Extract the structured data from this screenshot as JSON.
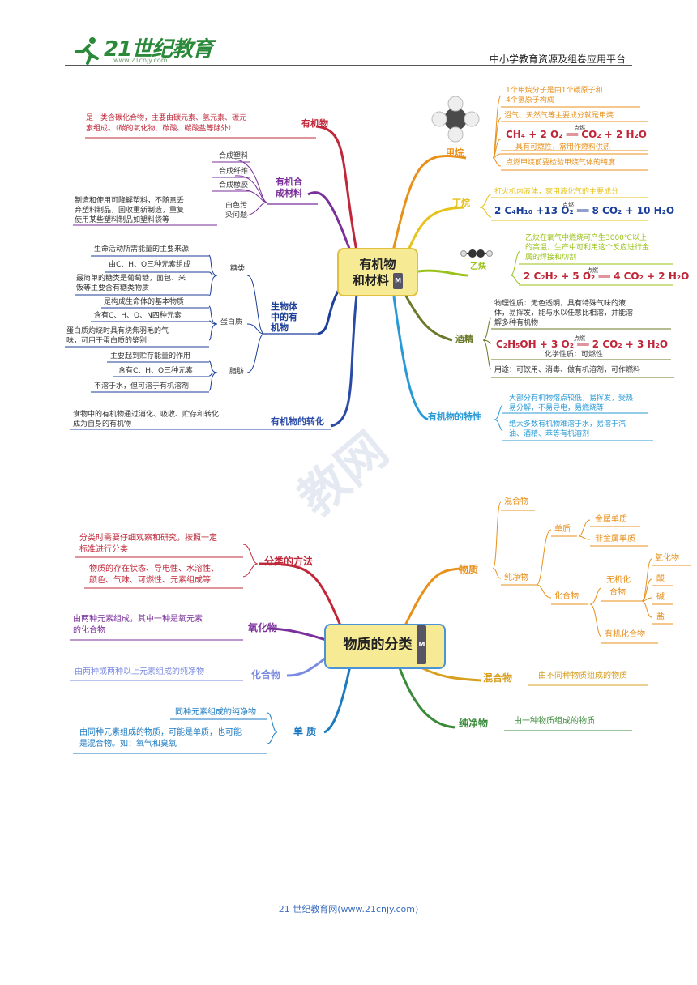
{
  "header": {
    "logo_text": "21世纪教育",
    "logo_url": "www.21cnjy.com",
    "right_text": "中小学教育资源及组卷应用平台"
  },
  "footer": {
    "text": "21 世纪教育网(www.21cnjy.com)"
  },
  "map1": {
    "center": "有机物\n和材料",
    "center_line1": "有机物",
    "center_line2": "和材料",
    "badge": "M",
    "left": {
      "organic": {
        "label": "有机物",
        "desc": "是一类含碳化合物，主要由碳元素、氢元素、碳元\n素组成。（碳的氧化物、碳酸、碳酸盐等除外）",
        "desc1": "是一类含碳化合物，主要由碳元素、氢元素、碳元",
        "desc2": "素组成。（碳的氧化物、碳酸、碳酸盐等除外）"
      },
      "synthetic": {
        "label1": "有机合",
        "label2": "成材料",
        "items": [
          "合成塑料",
          "合成纤维",
          "合成橡胶"
        ],
        "white_label1": "白色污",
        "white_label2": "染问题",
        "white_desc1": "制造和使用可降解塑料，不随意丢",
        "white_desc2": "弃塑料制品，回收重新制造，重复",
        "white_desc3": "使用某些塑料制品如塑料袋等"
      },
      "bio": {
        "label1": "生物体",
        "label2": "中的有",
        "label3": "机物",
        "sugar": {
          "label": "糖类",
          "d1": "生命活动所需能量的主要来源",
          "d2": "由C、H、O三种元素组成",
          "d3a": "最简单的糖类是葡萄糖，面包、米",
          "d3b": "饭等主要含有糖类物质"
        },
        "protein": {
          "label": "蛋白质",
          "d1": "是构成生命体的基本物质",
          "d2": "含有C、H、O、N四种元素",
          "d3a": "蛋白质灼烧时具有烧焦羽毛的气",
          "d3b": "味，可用于蛋白质的鉴别"
        },
        "fat": {
          "label": "脂肪",
          "d1": "主要起到贮存能量的作用",
          "d2": "含有C、H、O三种元素",
          "d3": "不溶于水，但可溶于有机溶剂"
        }
      },
      "transform": {
        "label": "有机物的转化",
        "d1": "食物中的有机物通过消化、吸收、贮存和转化",
        "d2": "成为自身的有机物"
      }
    },
    "right": {
      "methane": {
        "label": "甲烷",
        "d1a": "1个甲烷分子是由1个碳原子和",
        "d1b": "4个氢原子构成",
        "d2": "沼气、天然气等主要成分就是甲烷",
        "eq": "CH₄ + 2 O₂ ══ CO₂ + 2 H₂O",
        "cond": "点燃",
        "d3": "具有可燃性，常用作燃料供热",
        "d4": "点燃甲烷前要检验甲烷气体的纯度"
      },
      "butane": {
        "label": "丁烷",
        "d1": "打火机内液体，家用液化气的主要成分",
        "eq": "2 C₄H₁₀ +13 O₂ ══ 8 CO₂ + 10 H₂O",
        "cond": "点燃"
      },
      "acetylene": {
        "label": "乙炔",
        "d1a": "乙炔在氧气中燃烧可产生3000℃以上",
        "d1b": "的高温，生产中可利用这个反应进行金",
        "d1c": "属的焊接和切割",
        "eq": "2 C₂H₂ + 5 O₂ ══ 4 CO₂ + 2 H₂O",
        "cond": "点燃"
      },
      "alcohol": {
        "label": "酒精",
        "d1a": "物理性质：无色透明，具有特殊气味的液",
        "d1b": "体，易挥发，能与水以任意比相溶，并能溶",
        "d1c": "解多种有机物",
        "eq": "C₂H₅OH + 3 O₂ ══ 2 CO₂ + 3 H₂O",
        "cond": "点燃",
        "chem": "化学性质：可燃性",
        "use": "用途：可饮用、消毒、做有机溶剂，可作燃料"
      },
      "property": {
        "label": "有机物的特性",
        "d1a": "大部分有机物熔点较低，易挥发，受热",
        "d1b": "易分解，不易导电，易燃烧等",
        "d2a": "绝大多数有机物难溶于水，易溶于汽",
        "d2b": "油、酒精、苯等有机溶剂"
      }
    }
  },
  "map2": {
    "center": "物质的分类",
    "badge": "M",
    "left": {
      "method": {
        "label": "分类的方法",
        "d1a": "分类时需要仔细观察和研究，按照一定",
        "d1b": "标准进行分类",
        "d2a": "物质的存在状态、导电性、水溶性、",
        "d2b": "颜色、气味、可燃性、元素组成等"
      },
      "oxide": {
        "label": "氧化物",
        "d1a": "由两种元素组成，其中一种是氧元素",
        "d1b": "的化合物"
      },
      "compound": {
        "label": "化合物",
        "d1": "由两种或两种以上元素组成的纯净物"
      },
      "element": {
        "label": "单 质",
        "d1": "同种元素组成的纯净物",
        "d2a": "由同种元素组成的物质，可能是单质，也可能",
        "d2b": "是混合物。如：氧气和臭氧"
      }
    },
    "right": {
      "matter": {
        "label": "物质",
        "mixture": "混合物",
        "pure": "纯净物",
        "elem": "单质",
        "metal": "金属单质",
        "nonmetal": "非金属单质",
        "compound": "化合物",
        "inorganic1": "无机化",
        "inorganic2": "合物",
        "oxide": "氧化物",
        "acid": "酸",
        "base": "碱",
        "salt": "盐",
        "organic": "有机化合物"
      },
      "mixture": {
        "label": "混合物",
        "d1": "由不同种物质组成的物质"
      },
      "pure": {
        "label": "纯净物",
        "d1": "由一种物质组成的物质"
      }
    }
  },
  "colors": {
    "red": "#c0283a",
    "purple": "#7a2f9a",
    "blue": "#1c3f9a",
    "orange": "#e8901a",
    "yellow": "#e6c21a",
    "lime": "#9ac21a",
    "olive": "#6a7a2a",
    "sky": "#2a9ad6",
    "green": "#3a8a3a"
  }
}
